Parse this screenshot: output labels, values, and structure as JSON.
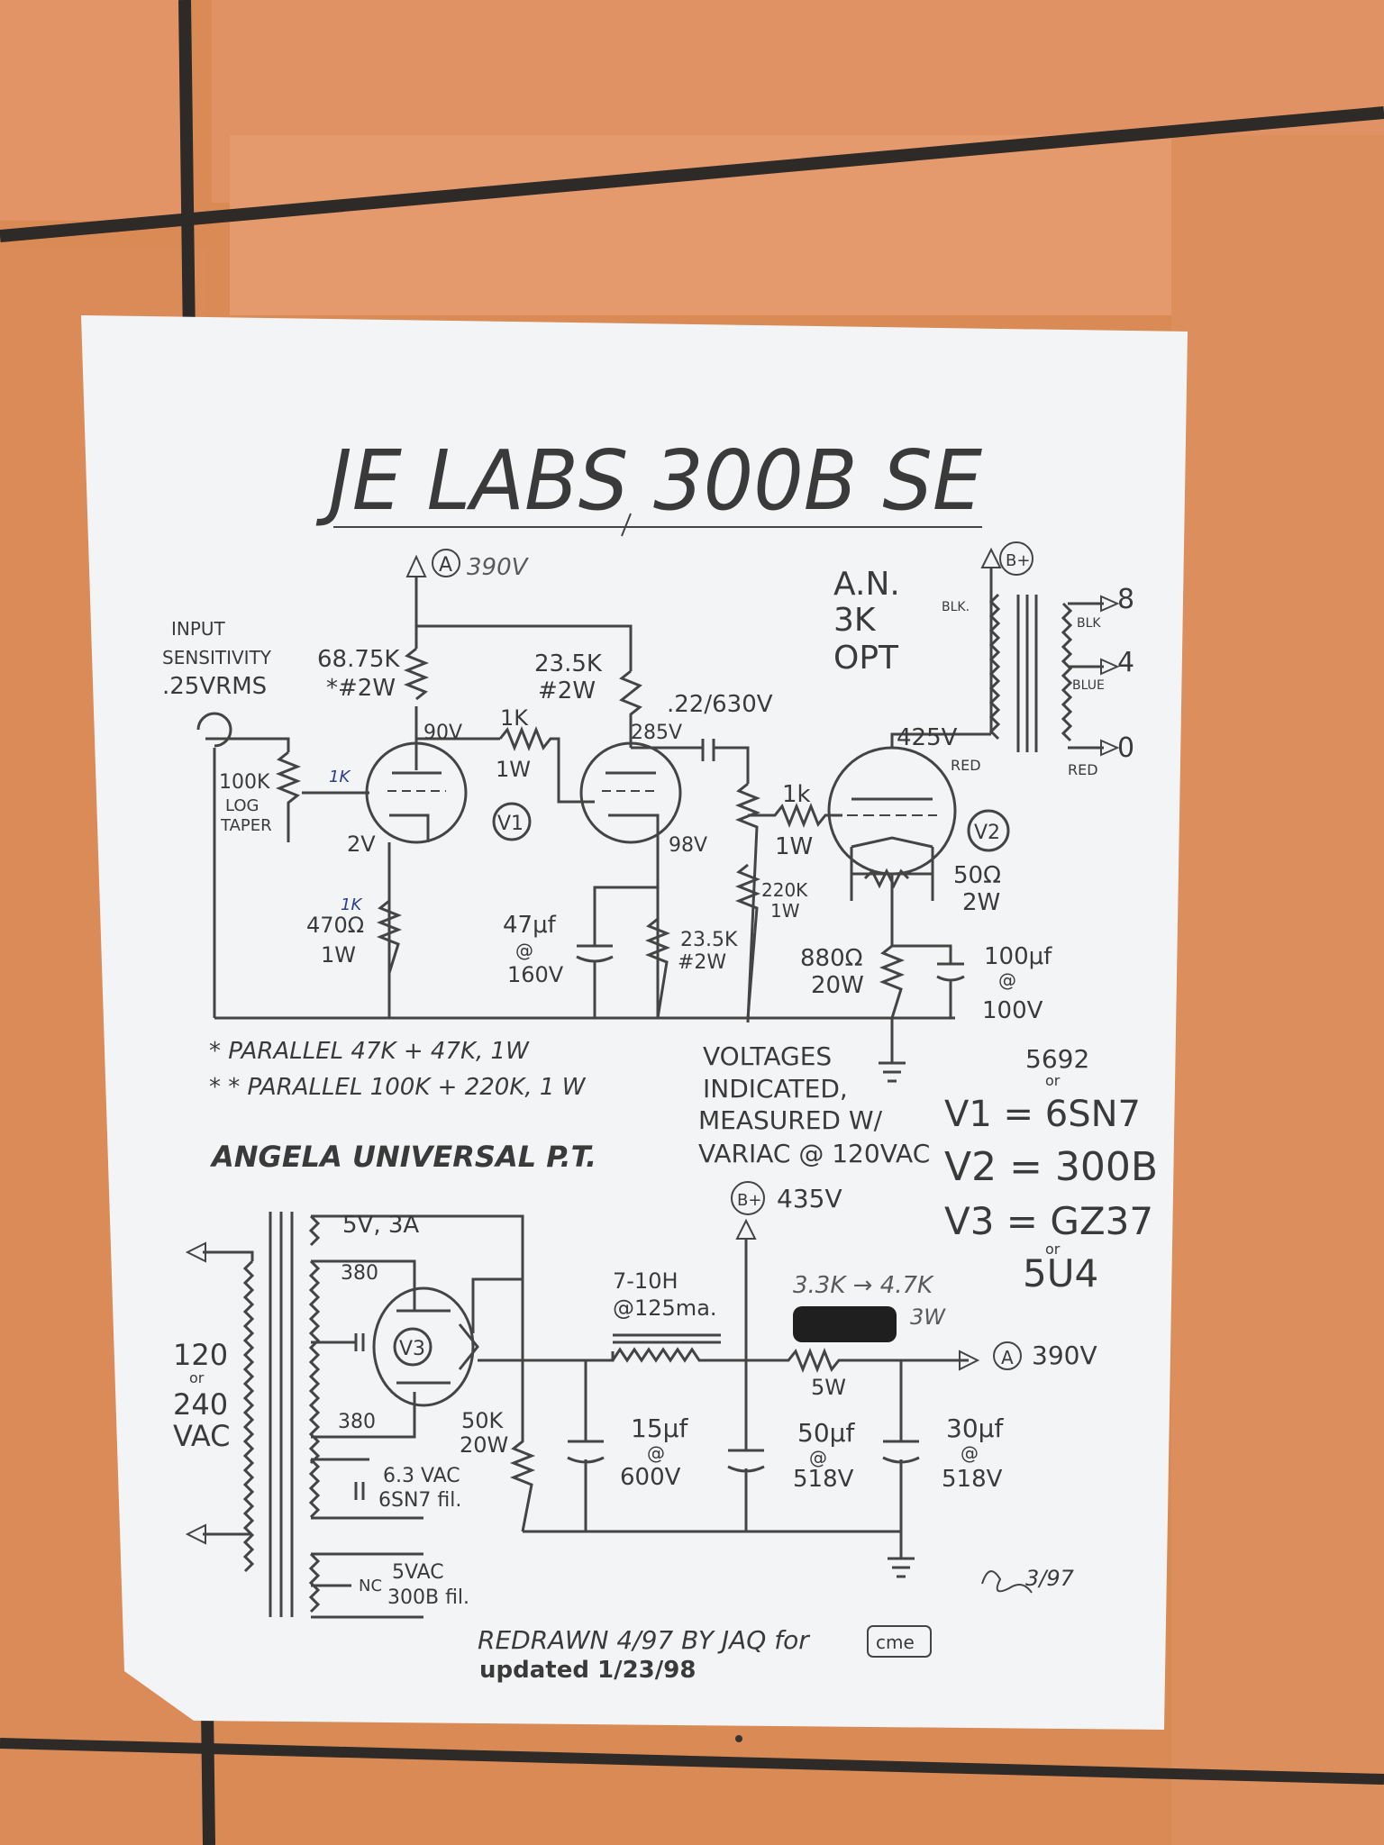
{
  "title": "JE LABS 300B SE",
  "opt": {
    "line1": "A.N.",
    "line2": "3K",
    "line3": "OPT"
  },
  "input": {
    "line1": "INPUT",
    "line2": "SENSITIVITY",
    "line3": ".25VRMS"
  },
  "node_a": {
    "letter": "A",
    "note": "390V"
  },
  "node_b_top": {
    "letter": "B+"
  },
  "labels": {
    "r_plate1": "68.75K",
    "r_plate1_note": "*#2W",
    "r_plate2": "23.5K",
    "r_plate2_note": "#2W",
    "cap_coupling": ".22/630V",
    "v_90": "90V",
    "r_1k_a": "1K",
    "r_1k_a_w": "1W",
    "v_285": "285V",
    "v_425": "425V",
    "pot": "100K",
    "pot_2": "LOG",
    "pot_3": "TAPER",
    "pot_note": "1K",
    "v_2": "2V",
    "v1": "V1",
    "v_98": "98V",
    "r_1k_b": "1k",
    "r_1k_b_w": "1W",
    "v2": "V2",
    "r_50": "50Ω",
    "r_50_w": "2W",
    "r_220k": "220K",
    "r_220k_w": "1W",
    "r_470": "470Ω",
    "r_470_w": "1W",
    "r_470_note": "1K",
    "c_47": "47μf",
    "c_47_at": "@",
    "c_47_v": "160V",
    "r_23_5k_b": "23.5K",
    "r_23_5k_b_w": "#2W",
    "r_880": "880Ω",
    "r_880_w": "20W",
    "c_100": "100μf",
    "c_100_at": "@",
    "c_100_v": "100V",
    "opt_blk": "BLK.",
    "opt_red": "RED",
    "sec_8": "8",
    "sec_blk": "BLK",
    "sec_4": "4",
    "sec_blue": "BLUE",
    "sec_0": "0",
    "sec_red": "RED"
  },
  "notes": {
    "n1": "* PARALLEL 47K + 47K, 1W",
    "n2": "* * PARALLEL 100K + 220K, 1 W",
    "volt1": "VOLTAGES",
    "volt2": "INDICATED,",
    "volt3": "MEASURED W/",
    "volt4": "VARIAC @ 120VAC"
  },
  "tubes": {
    "alt": "5692",
    "alt_or": "or",
    "v1": "V1 = 6SN7",
    "v2": "V2 = 300B",
    "v3": "V3 = GZ37",
    "v3_or": "or",
    "v3_alt": "5U4"
  },
  "psu": {
    "title": "ANGELA UNIVERSAL P.T.",
    "b_plus": "B+",
    "b_plus_v": "435V",
    "w_5v": "5V, 3A",
    "w_380a": "380",
    "w_380b": "380",
    "v3": "V3",
    "mains1": "120",
    "mains_or": "or",
    "mains2": "240",
    "mains3": "VAC",
    "w_63": "6.3 VAC",
    "w_63b": "6SN7 fil.",
    "w_nc": "NC",
    "w_5vac": "5VAC",
    "w_5vacb": "300B fil.",
    "choke1": "7-10H",
    "choke2": "@125ma.",
    "r_bleed": "50K",
    "r_bleed_w": "20W",
    "c1": "15μf",
    "c1_at": "@",
    "c1_v": "600V",
    "c2": "50μf",
    "c2_at": "@",
    "c2_v": "518V",
    "r_drop": "3.3K → 4.7K",
    "r_drop_w": "3W",
    "r_drop_w2": "5W",
    "c3": "30μf",
    "c3_at": "@",
    "c3_v": "518V",
    "out_a": "A",
    "out_v": "390V"
  },
  "footer": {
    "redrawn": "REDRAWN 4/97 BY JAQ for",
    "logo": "cme",
    "updated": "updated 1/23/98",
    "sig": "3/97"
  },
  "colors": {
    "tile": "#d98a55",
    "grout": "#2d2a28",
    "paper": "#f3f4f6",
    "ink": "#3a3a3a"
  }
}
